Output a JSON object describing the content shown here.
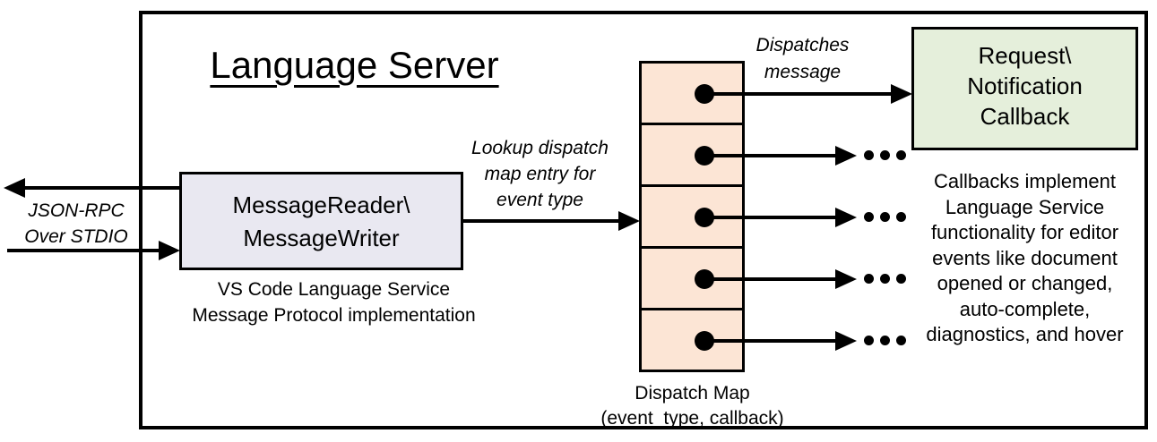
{
  "title": "Language Server",
  "left_io": {
    "label": [
      "JSON-RPC",
      "Over STDIO"
    ]
  },
  "message_box": {
    "label": [
      "MessageReader\\",
      "MessageWriter"
    ],
    "caption": [
      "VS Code Language Service",
      "Message Protocol implementation"
    ]
  },
  "lookup_arrow": {
    "label": [
      "Lookup dispatch",
      "map entry for",
      "event type"
    ]
  },
  "dispatch_map": {
    "cell_count": 5,
    "caption": [
      "Dispatch Map",
      "(event_type, callback)"
    ]
  },
  "dispatch_arrow": {
    "label": [
      "Dispatches",
      "message"
    ]
  },
  "callback_box": {
    "label": [
      "Request\\",
      "Notification",
      "Callback"
    ]
  },
  "callback_note": [
    "Callbacks implement",
    "Language Service",
    "functionality for editor",
    "events like document",
    "opened or changed,",
    "auto-complete,",
    "diagnostics, and hover"
  ],
  "colors": {
    "message_box_fill": "#e9e8f1",
    "dispatch_map_fill": "#fce5d5",
    "callback_box_fill": "#e5efdb",
    "line": "#000000"
  }
}
